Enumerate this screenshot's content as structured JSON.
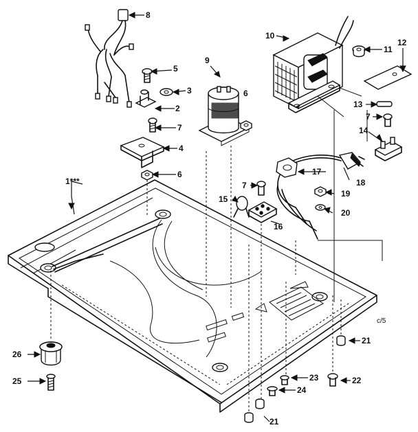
{
  "diagram": {
    "callouts": {
      "c1": "1***",
      "c2": "2",
      "c3": "3",
      "c4": "4",
      "c5": "5",
      "c6a": "6",
      "c6b": "6",
      "c7a": "7",
      "c7b": "7",
      "c7c": "7",
      "c8": "8",
      "c9": "9",
      "c10": "10",
      "c11": "11",
      "c12": "12",
      "c13": "13",
      "c14": "14",
      "c15": "15",
      "c16": "16",
      "c17": "17",
      "c18": "18",
      "c19": "19",
      "c20": "20",
      "c21a": "21",
      "c21b": "21",
      "c22": "22",
      "c23": "23",
      "c24": "24",
      "c25": "25",
      "c26": "26"
    },
    "corner_note": "c/5"
  }
}
